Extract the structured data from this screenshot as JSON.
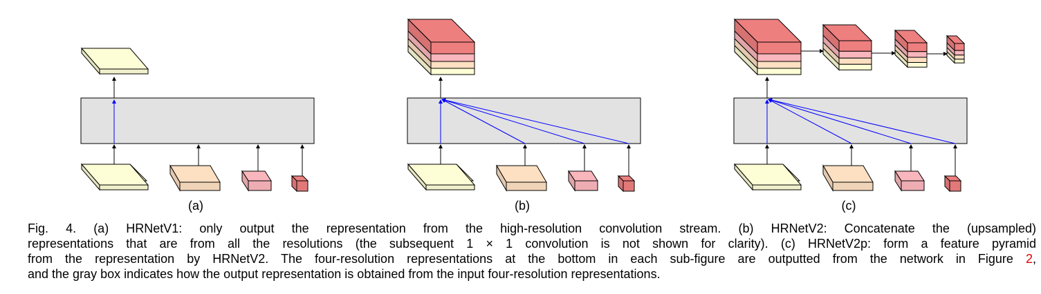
{
  "panels": [
    {
      "label": "(a)"
    },
    {
      "label": "(b)"
    },
    {
      "label": "(c)"
    }
  ],
  "caption": {
    "line1": "Fig. 4.  (a) HRNetV1: only output the representation from the high-resolution convolution stream. (b) HRNetV2: Concatenate the (upsampled)",
    "line2": "representations that are from all the resolutions (the subsequent 1 × 1 convolution is not shown for clarity). (c) HRNetV2p: form a feature pyramid",
    "line3": "from the representation by HRNetV2. The four-resolution representations at the bottom in each sub-figure are outputted from the network in Figure",
    "line3_ref": "2",
    "line3_end": ",",
    "line4": "and the gray box indicates how the output representation is obtained from the input four-resolution representations."
  },
  "colors": {
    "gray_box": "#e2e2e2",
    "blue_arrow": "#0000ff",
    "yellow": "#fdfdd6",
    "peach": "#fddfc2",
    "pink": "#f9b6bc",
    "red": "#ee7f7f",
    "ref_link": "#e00000"
  }
}
